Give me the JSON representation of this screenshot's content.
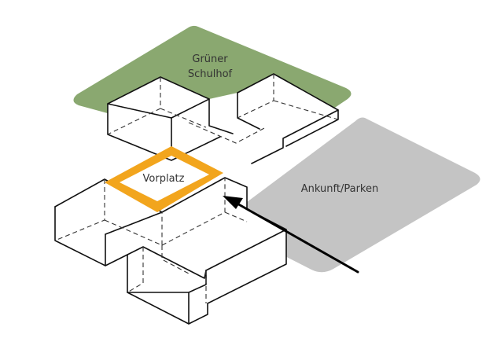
{
  "zones": {
    "green": {
      "label_line1": "Grüner",
      "label_line2": "Schulhof",
      "color": "#8aa870"
    },
    "gray": {
      "label": "Ankunft/Parken",
      "color": "#c4c4c4"
    },
    "courtyard": {
      "label": "Vorplatz",
      "color": "#f2a51d"
    }
  },
  "colors": {
    "lines": "#111111",
    "text": "#333333"
  }
}
